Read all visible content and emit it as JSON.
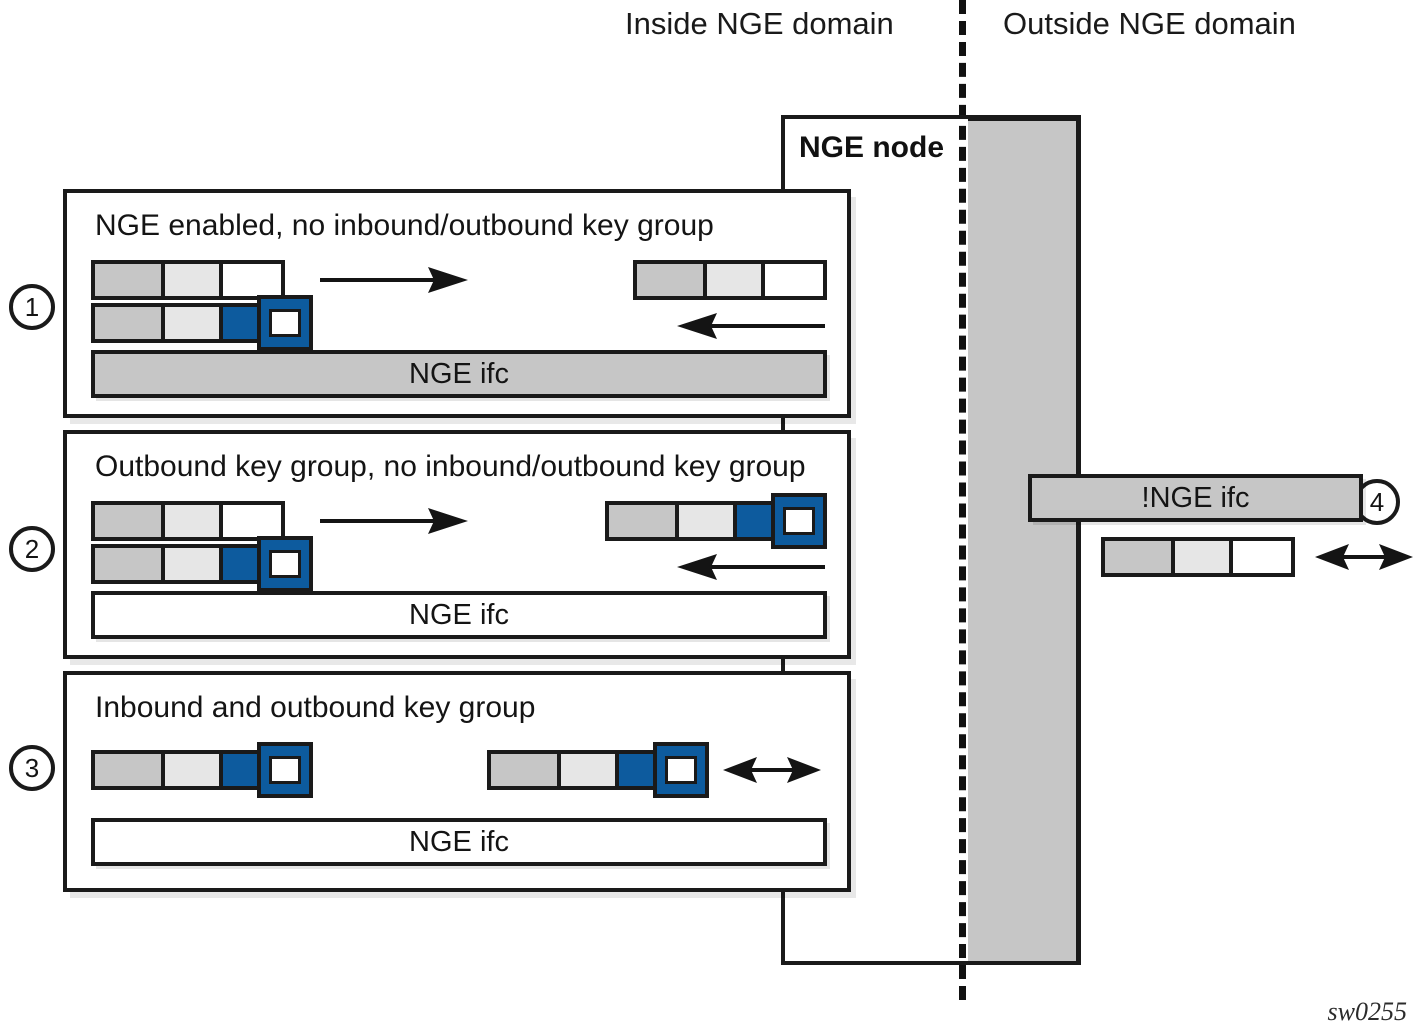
{
  "figure": {
    "watermark": "sw0255",
    "colors": {
      "key_group_blue": "#0d5b9e",
      "segment_dark_gray": "#c6c6c6",
      "segment_light_gray": "#e6e6e6",
      "segment_white": "#ffffff",
      "outline_black": "#1a1a1a",
      "outside_column_gray": "#c6c6c6"
    }
  },
  "domains": {
    "inside_label": "Inside NGE domain",
    "outside_label": "Outside NGE domain",
    "divider_style": "dashed-vertical"
  },
  "node": {
    "title": "NGE node"
  },
  "cases": [
    {
      "number": "1",
      "title": "NGE enabled, no inbound/outbound key group",
      "ifc_label": "NGE ifc",
      "ifc_fill": "gray",
      "left_packets": [
        {
          "encrypted": false,
          "key_group": false
        },
        {
          "encrypted": true,
          "key_group": true
        }
      ],
      "right_packets": [
        {
          "encrypted": false,
          "key_group": false
        }
      ],
      "arrows": [
        {
          "direction": "right"
        },
        {
          "direction": "left"
        }
      ]
    },
    {
      "number": "2",
      "title": "Outbound key group, no inbound/outbound key group",
      "ifc_label": "NGE ifc",
      "ifc_fill": "white",
      "left_packets": [
        {
          "encrypted": false,
          "key_group": false
        },
        {
          "encrypted": true,
          "key_group": true
        }
      ],
      "right_packets": [
        {
          "encrypted": true,
          "key_group": true
        }
      ],
      "arrows": [
        {
          "direction": "right"
        },
        {
          "direction": "left"
        }
      ]
    },
    {
      "number": "3",
      "title": "Inbound and outbound key group",
      "ifc_label": "NGE ifc",
      "ifc_fill": "white",
      "left_packets": [
        {
          "encrypted": true,
          "key_group": true
        }
      ],
      "right_packets": [
        {
          "encrypted": true,
          "key_group": true
        }
      ],
      "arrows": [
        {
          "direction": "both"
        }
      ]
    }
  ],
  "outside": {
    "number": "4",
    "ifc_label": "!NGE ifc",
    "ifc_fill": "gray",
    "packets": [
      {
        "encrypted": false,
        "key_group": false
      }
    ],
    "arrows": [
      {
        "direction": "both"
      }
    ]
  }
}
